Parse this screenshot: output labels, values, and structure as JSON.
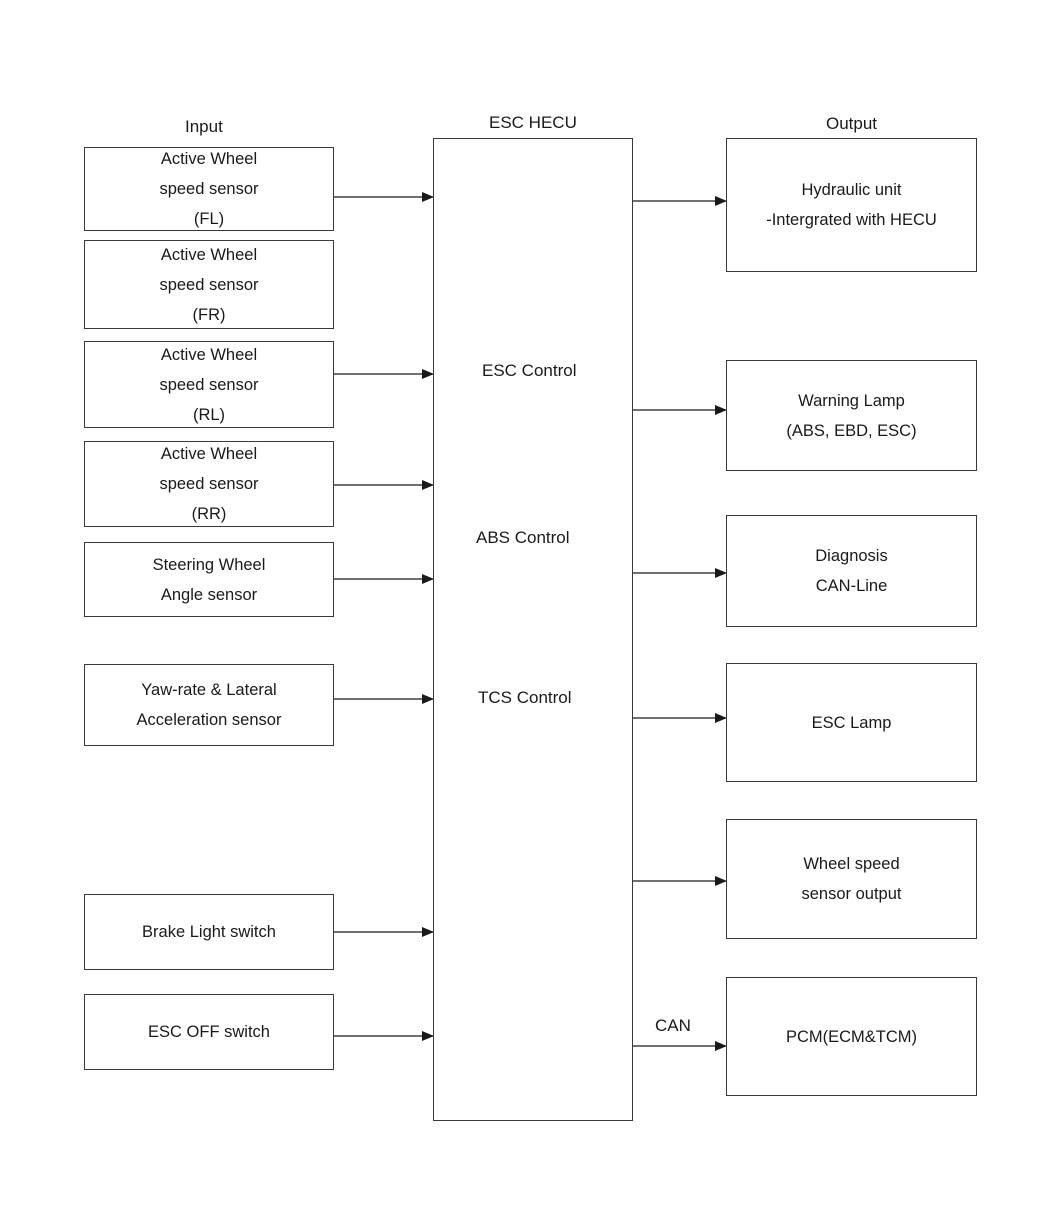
{
  "headers": {
    "input": "Input",
    "hecu": "ESC HECU",
    "output": "Output"
  },
  "inputs": [
    {
      "id": "fl",
      "lines": [
        "Active Wheel",
        "speed sensor",
        "(FL)"
      ]
    },
    {
      "id": "fr",
      "lines": [
        "Active Wheel",
        "speed sensor",
        "(FR)"
      ]
    },
    {
      "id": "rl",
      "lines": [
        "Active Wheel",
        "speed sensor",
        "(RL)"
      ]
    },
    {
      "id": "rr",
      "lines": [
        "Active Wheel",
        "speed sensor",
        "(RR)"
      ]
    },
    {
      "id": "steering",
      "lines": [
        "Steering Wheel",
        "Angle sensor"
      ]
    },
    {
      "id": "yaw",
      "lines": [
        "Yaw-rate & Lateral",
        "Acceleration sensor"
      ]
    },
    {
      "id": "brake",
      "lines": [
        "Brake Light switch"
      ]
    },
    {
      "id": "escoff",
      "lines": [
        "ESC OFF switch"
      ]
    }
  ],
  "hecu": {
    "controls": [
      "ESC Control",
      "ABS Control",
      "TCS Control"
    ]
  },
  "outputs": [
    {
      "id": "hydraulic",
      "lines": [
        "Hydraulic unit",
        "-Intergrated with HECU"
      ]
    },
    {
      "id": "warning",
      "lines": [
        "Warning Lamp",
        "(ABS, EBD, ESC)"
      ]
    },
    {
      "id": "diagnosis",
      "lines": [
        "Diagnosis",
        "CAN-Line"
      ]
    },
    {
      "id": "esclamp",
      "lines": [
        "ESC Lamp"
      ]
    },
    {
      "id": "wheelspeed",
      "lines": [
        "Wheel speed",
        "sensor output"
      ]
    },
    {
      "id": "pcm",
      "lines": [
        "PCM(ECM&TCM)"
      ]
    }
  ],
  "edge_labels": {
    "can": "CAN"
  }
}
